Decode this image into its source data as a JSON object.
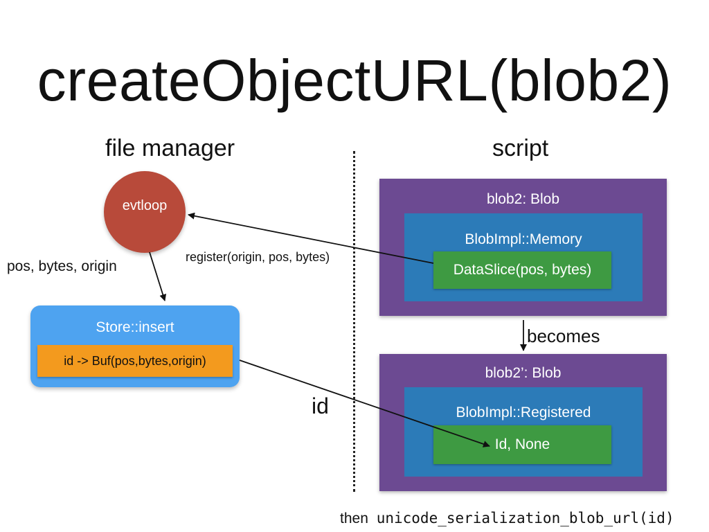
{
  "title": "createObjectURL(blob2)",
  "left_heading": "file manager",
  "right_heading": "script",
  "evtloop": "evtloop",
  "left_side_label": "pos, bytes, origin",
  "register_label": "register(origin, pos, bytes)",
  "store": {
    "title": "Store::insert",
    "entry": "id -> Buf(pos,bytes,origin)"
  },
  "id_label": "id",
  "blob_before": {
    "title": "blob2: Blob",
    "impl": "BlobImpl::Memory",
    "inner": "DataSlice(pos, bytes)"
  },
  "becomes_label": "becomes",
  "blob_after": {
    "title": "blob2’: Blob",
    "impl": "BlobImpl::Registered",
    "inner": "Id, None"
  },
  "footer": {
    "prefix": "then",
    "code": "unicode_serialization_blob_url(id)"
  },
  "colors": {
    "evtloop": "#b84a3a",
    "store": "#4ea3f0",
    "entry": "#f39a1e",
    "blob": "#6c4a92",
    "impl": "#2c7bb8",
    "inner": "#3e9a42"
  }
}
